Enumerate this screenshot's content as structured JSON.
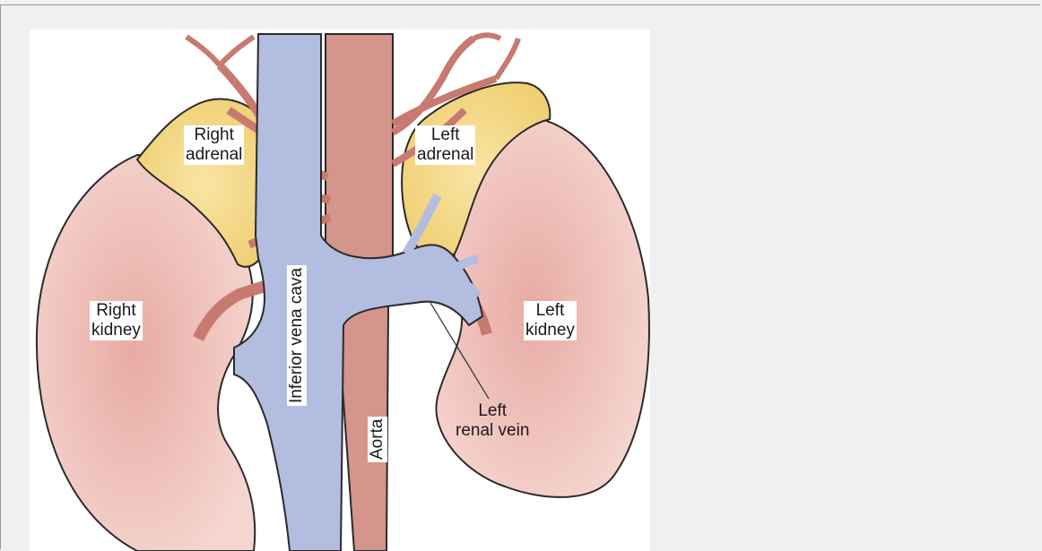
{
  "figure": {
    "labels": {
      "right_adrenal": [
        "Right",
        "adrenal"
      ],
      "left_adrenal": [
        "Left",
        "adrenal"
      ],
      "right_kidney": [
        "Right",
        "kidney"
      ],
      "left_kidney": [
        "Left",
        "kidney"
      ],
      "left_renal_vein": [
        "Left",
        "renal vein"
      ],
      "inferior_vena_cava": "Inferior vena cava",
      "aorta": "Aorta"
    },
    "colors": {
      "kidney": "#f0c8c0",
      "adrenal": "#f5d98a",
      "vein": "#b3bde0",
      "artery": "#d4958c"
    }
  }
}
